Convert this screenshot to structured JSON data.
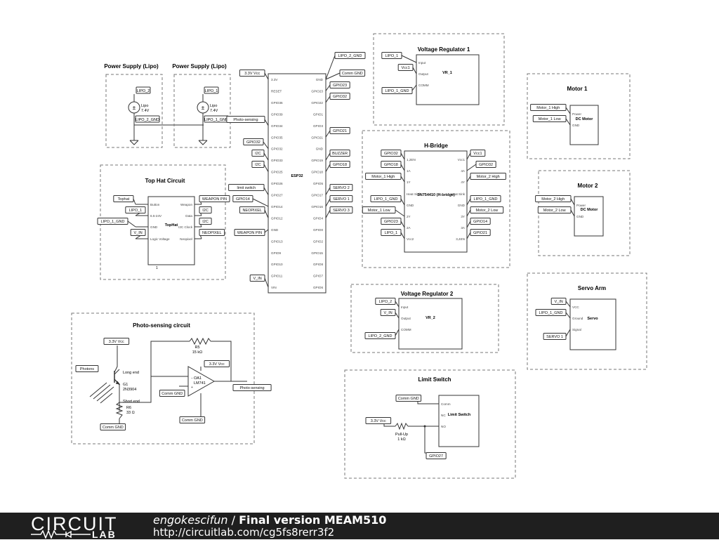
{
  "labels": {
    "power1_title": "Power Supply (Lipo)",
    "power2_title": "Power Supply (Lipo)",
    "lipo_2": "LIPO_2",
    "lipo_1": "LIPO_1",
    "lipo_2_gnd": "LIPO_2_GND",
    "lipo_1_gnd": "LIPO_1_GND",
    "lipo_name": "Lipo",
    "lipo_voltage": "7.4V",
    "tophat_title": "Top Hat Circuit",
    "tophat_chip": "TopHat",
    "tophat_pins_left": [
      "Button",
      "6.5-24V",
      "GND",
      "Logic Voltage"
    ],
    "tophat_pins_right": [
      "Weapon",
      "Data",
      "I2C Clock",
      "Neopixel"
    ],
    "tophat_nets_left": [
      "Tophat",
      "LIPO_1",
      "LIPO_1_GND",
      "V_IN"
    ],
    "tophat_nets_right": [
      "WEAPON PIN",
      "I2C",
      "I2C",
      "NEOPIXEL"
    ],
    "tophat_pin_one": "1",
    "esp_chip": "ESP32",
    "esp_pins_left": [
      "3.3V",
      "RESET",
      "GPIO36",
      "GPIO39",
      "GPIO34",
      "GPIO35",
      "GPIO32",
      "GPIO33",
      "GPIO25",
      "GPIO26",
      "GPIO27",
      "GPIO14",
      "GPIO12",
      "GND",
      "GPIO13",
      "GPIO9",
      "GPIO10",
      "GPIO11",
      "VIN"
    ],
    "esp_pins_right": [
      "GND",
      "GPIO23",
      "GPIO22",
      "GPIO1",
      "GPIO3",
      "GPIO21",
      "GND",
      "GPIO19",
      "GPIO18",
      "GPIO5",
      "GPIO17",
      "GPIO16",
      "GPIO4",
      "GPIO0",
      "GPIO2",
      "GPIO15",
      "GPIO8",
      "GPIO7",
      "GPIO6"
    ],
    "esp_nets_left": [
      "3.3V Vcc",
      "Photo-sensing",
      "GPIO32",
      "I2C",
      "I2C",
      "limit switch",
      "GPIO14",
      "NEOPIXEL",
      "WEAPON PIN",
      "V_IN"
    ],
    "esp_nets_right": [
      "LIPO_2_GND",
      "Comm GND",
      "GPIO23",
      "GPIO32",
      "GPIO21",
      "BUZZER",
      "GPIO18",
      "SERVO 2",
      "SERVO 1",
      "SERVO 3"
    ],
    "vr1_title": "Voltage Regulator 1",
    "vr1_chip": "VR_1",
    "vr_pins": [
      "Input",
      "Output",
      "COMM"
    ],
    "vr1_nets": [
      "LIPO_1",
      "Vcc1",
      "LIPO_1_GND"
    ],
    "hbridge_title": "H-Bridge",
    "hbridge_chip": "SN754410 (H-bridge)",
    "hb_pins_left": [
      "1,2EN",
      "1A",
      "1Y",
      "Heat Sink",
      "GND",
      "2Y",
      "2A",
      "Vcc2"
    ],
    "hb_pins_right": [
      "Vcc1",
      "4A",
      "4Y",
      "Heat Sink",
      "GND",
      "3Y",
      "3A",
      "3,4EN"
    ],
    "hb_nets_left": [
      "GPIO32",
      "GPIO18",
      "Motor_1 High",
      "LIPO_1_GND",
      "Motor_1 Low",
      "GPIO23",
      "LIPO_1"
    ],
    "hb_nets_right": [
      "Vcc1",
      "GPIO32",
      "Motor_2 High",
      "LIPO_1_GND",
      "Motor_2 Low",
      "GPIO14",
      "GPIO21"
    ],
    "motor1_title": "Motor 1",
    "motor2_title": "Motor 2",
    "motor_chip": "DC Motor",
    "motor_pins": [
      "Power",
      "GND"
    ],
    "motor1_nets": [
      "Motor_1 High",
      "Motor_1 Low"
    ],
    "motor2_nets": [
      "Motor_2 High",
      "Motor_2 Low"
    ],
    "vr2_title": "Voltage Regulator 2",
    "vr2_chip": "VR_2",
    "vr2_nets": [
      "LIPO_2",
      "V_IN",
      "LIPO_2_GND"
    ],
    "servo_title": "Servo Arm",
    "servo_chip": "Servo",
    "servo_pins": [
      "VCC",
      "Ground",
      "Signal"
    ],
    "servo_nets": [
      "V_IN",
      "LIPO_1_GND",
      "SERVO 1"
    ],
    "photo_title": "Photo-sensing circuit",
    "photo_nets": [
      "3.3V Vcc",
      "Photons",
      "Comm GND",
      "Comm GND",
      "3.3V Vcc",
      "Comm GND",
      "Photo-sensing"
    ],
    "r5_name": "R5",
    "r5_value": "15 kΩ",
    "g1_name": "G1",
    "g1_value": "2N3904",
    "long_end": "Long end",
    "short_end": "Short end",
    "r6_name": "R6",
    "r6_value": "33 Ω",
    "oa1_name": "OA1",
    "oa1_value": "LM741",
    "limit_title": "Limit Switch",
    "limit_chip": "Limit Switch",
    "limit_pins": [
      "Comm",
      "NC",
      "NO"
    ],
    "limit_nets": [
      "Comm GND",
      "3.3V Vcc",
      "GPIO27"
    ],
    "pullup_name": "Pull-Up",
    "pullup_value": "1 kΩ"
  },
  "footer": {
    "logo_top": "CIRCUIT",
    "logo_bottom": "LAB",
    "author": "engokescifun",
    "separator": " / ",
    "title": "Final version MEAM510",
    "url": "http://circuitlab.com/cg5fs8rerr3f2"
  }
}
